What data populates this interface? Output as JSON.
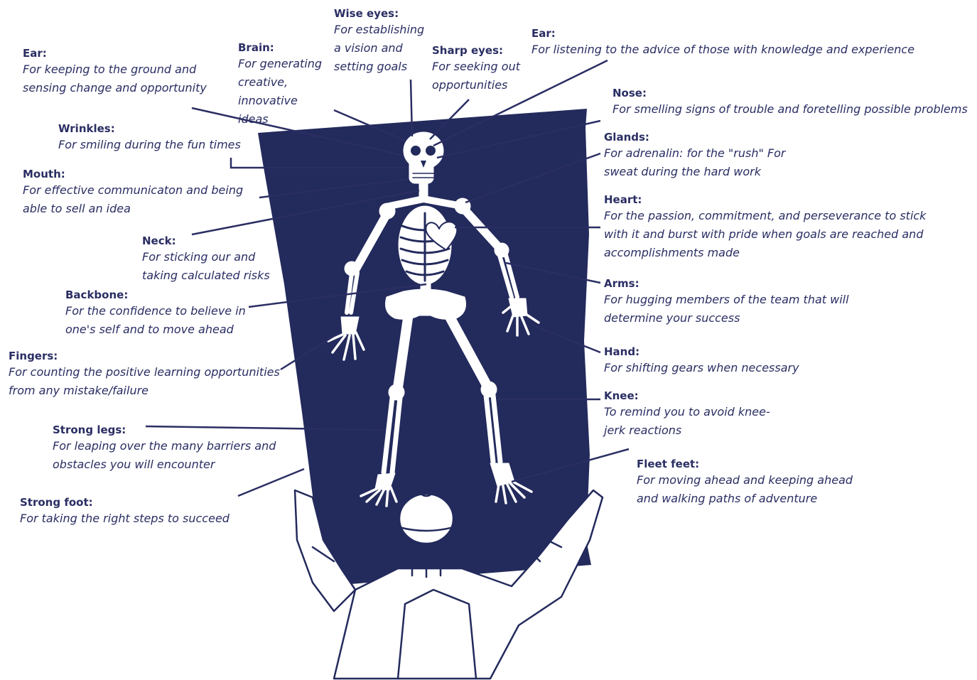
{
  "labels": [
    {
      "title": "Wise eyes:",
      "text": "For establishing a vision and setting goals"
    },
    {
      "title": "Brain:",
      "text": "For generating creative, innovative ideas"
    },
    {
      "title": "Sharp eyes:",
      "text": "For seeking out opportunities"
    },
    {
      "title": "Ear:",
      "text": "For listening to the advice of those with knowledge and experience"
    },
    {
      "title": "Ear:",
      "text": "For keeping to the ground and sensing change and opportunity"
    },
    {
      "title": "Nose:",
      "text": "For smelling signs of trouble and foretelling possible problems"
    },
    {
      "title": "Wrinkles:",
      "text": "For smiling during the fun times"
    },
    {
      "title": "Glands:",
      "text": "For adrenalin: for the \"rush\" For sweat during the hard work"
    },
    {
      "title": "Mouth:",
      "text": "For effective communicaton and being able to sell an idea"
    },
    {
      "title": "Heart:",
      "text": "For the passion, commitment, and perseverance to stick with it and burst with pride when goals are reached and accomplishments made"
    },
    {
      "title": "Neck:",
      "text": "For sticking our and taking calculated risks"
    },
    {
      "title": "Arms:",
      "text": "For hugging members of the team that will determine your success"
    },
    {
      "title": "Backbone:",
      "text": "For the confidence to believe in one's self and to move ahead"
    },
    {
      "title": "Hand:",
      "text": "For shifting gears when necessary"
    },
    {
      "title": "Fingers:",
      "text": "For counting the positive learning opportunities from any mistake/failure"
    },
    {
      "title": "Knee:",
      "text": "To remind you to avoid knee-jerk reactions"
    },
    {
      "title": "Strong legs:",
      "text": "For leaping over the many barriers and obstacles you will encounter"
    },
    {
      "title": "Fleet feet:",
      "text": "For moving ahead and keeping ahead and walking paths of adventure"
    },
    {
      "title": "Strong foot:",
      "text": "For taking the right steps to succeed"
    }
  ],
  "colors": {
    "ink": "#2a2e63",
    "panel": "#232a5c",
    "bone": "#ffffff"
  }
}
